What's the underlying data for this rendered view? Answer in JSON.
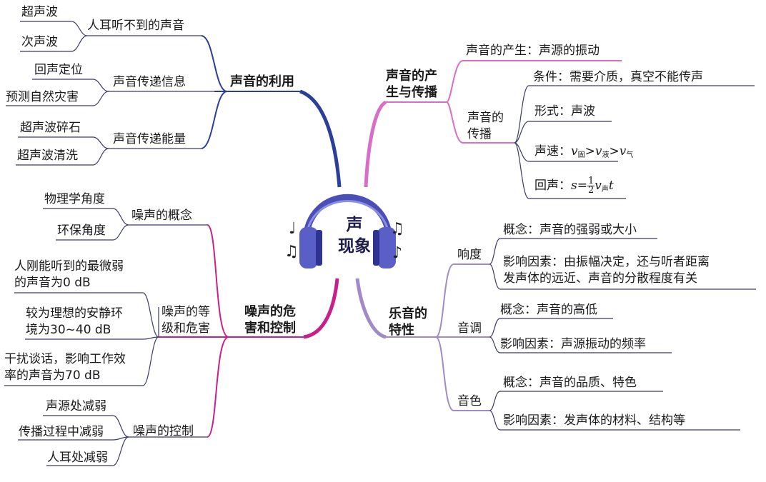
{
  "center": {
    "line1": "声",
    "line2": "现象"
  },
  "music_notes": [
    "♩",
    "♫",
    "♫",
    "♪"
  ],
  "colors": {
    "utilization_branch": "#2b3f9a",
    "noise_branch": "#c8208b",
    "production_branch": "#d86fc7",
    "musical_branch": "#a08bc8",
    "headphone": "#5a5fc8"
  },
  "utilization": {
    "title": "声音的利用",
    "info": {
      "label": "声音传递信息",
      "items": [
        "回声定位",
        "预测自然灾害"
      ]
    },
    "hearing": {
      "label": "人耳听不到的声音",
      "items": [
        "超声波",
        "次声波"
      ]
    },
    "energy": {
      "label": "声音传递能量",
      "items": [
        "超声波碎石",
        "超声波清洗"
      ]
    }
  },
  "noise": {
    "title_line1": "噪声的危",
    "title_line2": "害和控制",
    "concept": {
      "label": "噪声的概念",
      "items": [
        "物理学角度",
        "环保角度"
      ]
    },
    "levels": {
      "label_line1": "噪声的等",
      "label_line2": "级和危害",
      "items": [
        {
          "line1": "人刚能听到的最微弱",
          "line2": "的声音为0 dB"
        },
        {
          "line1": "较为理想的安静环",
          "line2": "境为30~40 dB"
        },
        {
          "line1": "干扰谈话，影响工作效",
          "line2": "率的声音为70 dB"
        }
      ]
    },
    "control": {
      "label": "噪声的控制",
      "items": [
        "声源处减弱",
        "传播过程中减弱",
        "人耳处减弱"
      ]
    }
  },
  "production": {
    "title_line1": "声音的产",
    "title_line2": "生与传播",
    "origin": "声音的产生：声源的振动",
    "propagation": {
      "label_line1": "声音的",
      "label_line2": "传播",
      "condition": "条件：需要介质，真空不能传声",
      "form": "形式：声波",
      "speed_label": "声速：",
      "speed_v1": "v",
      "speed_s1": "固",
      "speed_gt": ">",
      "speed_v2": "v",
      "speed_s2": "液",
      "speed_v3": "v",
      "speed_s3": "气",
      "echo_label": "回声：",
      "echo_lhs": "s=",
      "echo_num": "1",
      "echo_den": "2",
      "echo_v": "v",
      "echo_vsub": "声",
      "echo_t": "t"
    }
  },
  "musical": {
    "title_line1": "乐音的",
    "title_line2": "特性",
    "loudness": {
      "label": "响度",
      "concept": "概念：声音的强弱或大小",
      "factors_line1": "影响因素：由振幅决定，还与听者距离",
      "factors_line2": "发声体的远近、声音的分散程度有关"
    },
    "pitch": {
      "label": "音调",
      "concept": "概念：声音的高低",
      "factors": "影响因素：声源振动的频率"
    },
    "timbre": {
      "label": "音色",
      "concept": "概念：声音的品质、特色",
      "factors": "影响因素：发声体的材料、结构等"
    }
  }
}
